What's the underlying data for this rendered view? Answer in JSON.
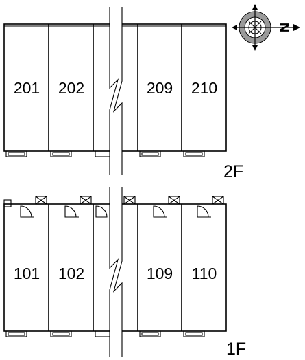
{
  "floors": [
    {
      "label": "2F",
      "rooms": [
        "201",
        "202",
        "209",
        "210"
      ]
    },
    {
      "label": "1F",
      "rooms": [
        "101",
        "102",
        "109",
        "110"
      ]
    }
  ],
  "compass": {
    "north_label": "N",
    "direction": "right"
  }
}
